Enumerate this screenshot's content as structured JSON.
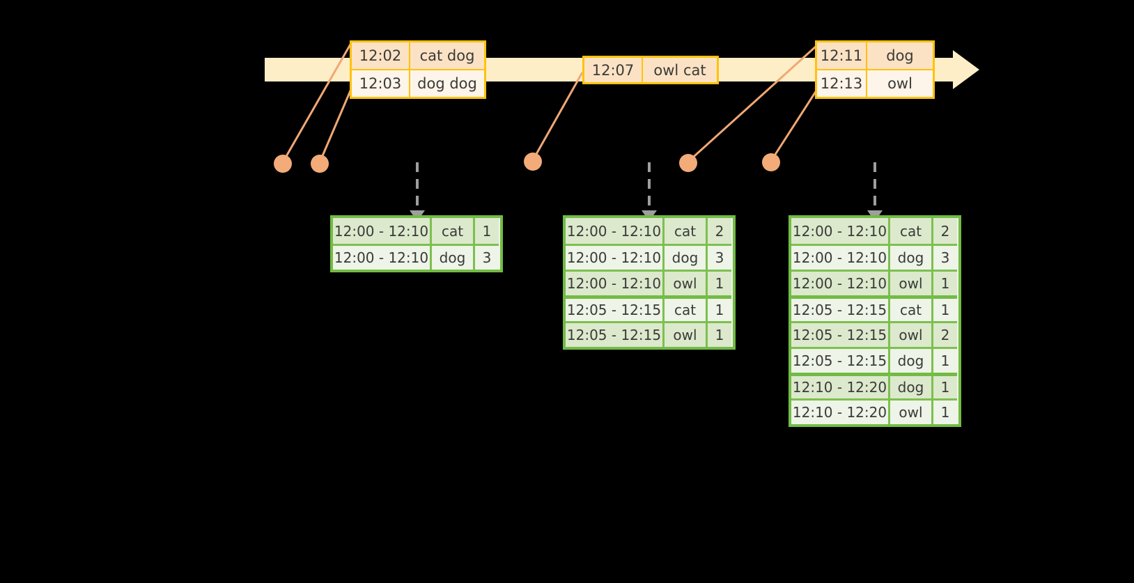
{
  "timeline": {
    "bar_color": "#fdeec7",
    "arrow_direction": "right"
  },
  "events": [
    {
      "id": "event-box-1",
      "rows": [
        {
          "time": "12:02",
          "words": "cat dog"
        },
        {
          "time": "12:03",
          "words": "dog dog"
        }
      ]
    },
    {
      "id": "event-box-2",
      "rows": [
        {
          "time": "12:07",
          "words": "owl cat"
        }
      ]
    },
    {
      "id": "event-box-3",
      "rows": [
        {
          "time": "12:11",
          "words": "dog"
        },
        {
          "time": "12:13",
          "words": "owl"
        }
      ]
    }
  ],
  "results": [
    {
      "id": "result-table-1",
      "rows": [
        {
          "window": "12:00 - 12:10",
          "key": "cat",
          "count": "1"
        },
        {
          "window": "12:00 - 12:10",
          "key": "dog",
          "count": "3"
        }
      ]
    },
    {
      "id": "result-table-2",
      "rows": [
        {
          "window": "12:00 - 12:10",
          "key": "cat",
          "count": "2"
        },
        {
          "window": "12:00 - 12:10",
          "key": "dog",
          "count": "3"
        },
        {
          "window": "12:00 - 12:10",
          "key": "owl",
          "count": "1"
        },
        {
          "window": "12:05 - 12:15",
          "key": "cat",
          "count": "1"
        },
        {
          "window": "12:05 - 12:15",
          "key": "owl",
          "count": "1"
        }
      ]
    },
    {
      "id": "result-table-3",
      "rows": [
        {
          "window": "12:00 - 12:10",
          "key": "cat",
          "count": "2"
        },
        {
          "window": "12:00 - 12:10",
          "key": "dog",
          "count": "3"
        },
        {
          "window": "12:00 - 12:10",
          "key": "owl",
          "count": "1"
        },
        {
          "window": "12:05 - 12:15",
          "key": "cat",
          "count": "1"
        },
        {
          "window": "12:05 - 12:15",
          "key": "owl",
          "count": "2"
        },
        {
          "window": "12:05 - 12:15",
          "key": "dog",
          "count": "1"
        },
        {
          "window": "12:10 - 12:20",
          "key": "dog",
          "count": "1"
        },
        {
          "window": "12:10 - 12:20",
          "key": "owl",
          "count": "1"
        }
      ]
    }
  ],
  "colors": {
    "timeline_band": "#fdeec7",
    "event_border": "#ffc20e",
    "event_fill_light": "#fdf4ea",
    "event_fill_shade": "#fce2c4",
    "connector": "#f0a875",
    "table_border": "#72bb45",
    "table_fill_light": "#eef4e8",
    "table_fill_shade": "#dce9cd",
    "dashed_arrow": "#9e9e9e",
    "background": "#000000"
  }
}
